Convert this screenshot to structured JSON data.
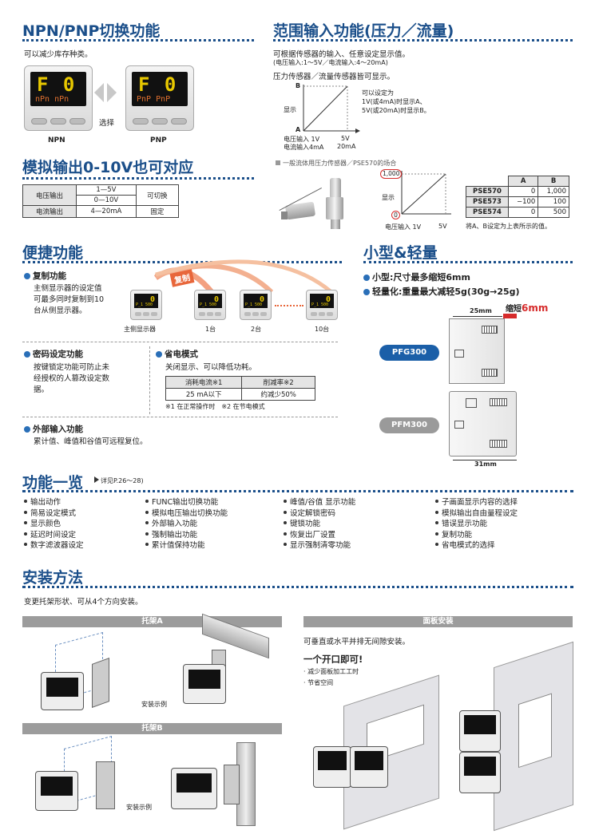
{
  "npn": {
    "title": "NPN/PNP切换功能",
    "desc": "可以减少库存种类。",
    "display_main": "F 0",
    "display_sub_npn": "nPn nPn",
    "display_sub_pnp": "PnP PnP",
    "label_npn": "NPN",
    "label_pnp": "PNP",
    "label_select": "选择"
  },
  "range": {
    "title": "范围输入功能(压力／流量)",
    "desc1": "可根据传感器的输入、任意设定显示值。",
    "desc2": "(电压输入:1～5V／电流输入:4～20mA)",
    "desc3": "压力传感器／流量传感器皆可显示。",
    "graph": {
      "axis_b": "B",
      "axis_a": "A",
      "ylabel": "显示",
      "note1": "可以设定为",
      "note2": "1V(或4mA)时显示A、",
      "note3": "5V(或20mA)时显示B。",
      "x_volt": "电压输入 1V",
      "x_volt_end": "5V",
      "x_curr": "电流输入4mA",
      "x_curr_end": "20mA"
    },
    "example_title": "一般流体用压力传感器／PSE570的场合",
    "graph2": {
      "y_top": "1,000",
      "y_bottom": "0",
      "ylabel": "显示",
      "x_start": "电压输入 1V",
      "x_end": "5V"
    },
    "table": {
      "headers": [
        "",
        "A",
        "B"
      ],
      "rows": [
        [
          "PSE570",
          "0",
          "1,000"
        ],
        [
          "PSE573",
          "−100",
          "100"
        ],
        [
          "PSE574",
          "0",
          "500"
        ]
      ],
      "note": "将A、B设定为上表所示的值。"
    }
  },
  "analog": {
    "title": "模拟输出0-10V也可对应",
    "rows": [
      {
        "label": "电压输出",
        "values": [
          "1—5V",
          "0—10V"
        ],
        "mode": "可切换"
      },
      {
        "label": "电流输出",
        "values": [
          "4—20mA"
        ],
        "mode": "固定"
      }
    ]
  },
  "convenient": {
    "title": "便捷功能",
    "copy_title": "复制功能",
    "copy_desc1": "主侧显示器的设定值",
    "copy_desc2": "可最多同时复制到10",
    "copy_desc3": "台从侧显示器。",
    "copy_label": "复制",
    "unit_main": "主侧显示器",
    "unit_1": "1台",
    "unit_2": "2台",
    "unit_10": "10台",
    "mini_main": "0",
    "mini_sub": "P_1 500",
    "lock_title": "密码设定功能",
    "lock_desc1": "按键锁定功能可防止未",
    "lock_desc2": "经授权的人篡改设定数",
    "lock_desc3": "据。",
    "eco_title": "省电模式",
    "eco_desc": "关闭显示、可以降低功耗。",
    "eco_table": {
      "headers": [
        "消耗电流※1",
        "削减率※2"
      ],
      "row": [
        "25 mA以下",
        "约减少50%"
      ]
    },
    "eco_note": "※1 在正常操作时　※2 在节电模式",
    "ext_title": "外部输入功能",
    "ext_desc": "累计值、峰值和谷值可远程复位。"
  },
  "compact": {
    "title": "小型&轻量",
    "line1": "小型:尺寸最多缩短6mm",
    "line2": "轻量化:重量最大减轻5g(30g→25g)",
    "dim_top": "25mm",
    "dim_short": "缩短",
    "dim_short_val": "6mm",
    "dim_bottom": "31mm",
    "model1": "PFG300",
    "model2": "PFM300"
  },
  "features": {
    "title": "功能一览",
    "ref": "详见P.26～28)",
    "col1": [
      "输出动作",
      "简易设定模式",
      "显示颜色",
      "延迟时间设定",
      "数字滤波器设定"
    ],
    "col2": [
      "FUNC输出切换功能",
      "模拟电压输出切换功能",
      "外部输入功能",
      "强制输出功能",
      "累计值保持功能"
    ],
    "col3": [
      "峰值/谷值 显示功能",
      "设定解锁密码",
      "键锁功能",
      "恢复出厂设置",
      "显示强制清零功能"
    ],
    "col4": [
      "子画面显示内容的选择",
      "模拟输出自由量程设定",
      "错误显示功能",
      "复制功能",
      "省电模式的选择"
    ]
  },
  "install": {
    "title": "安装方法",
    "desc": "变更托架形状、可从4个方向安装。",
    "bar_a": "托架A",
    "bar_b": "托架B",
    "bar_panel": "面板安装",
    "example_a": "安装示例",
    "example_b": "安装示例",
    "panel_desc": "可垂直或水平并排无间隙安装。",
    "panel_head": "一个开口即可!",
    "panel_p1": "· 减少面板加工工时",
    "panel_p2": "· 节省空间"
  },
  "colors": {
    "title": "#1b4f8a",
    "accent": "#2a6fb8",
    "arrow": "#e8663a",
    "bar": "#9c9c9c",
    "highlight": "#d62b2b"
  }
}
